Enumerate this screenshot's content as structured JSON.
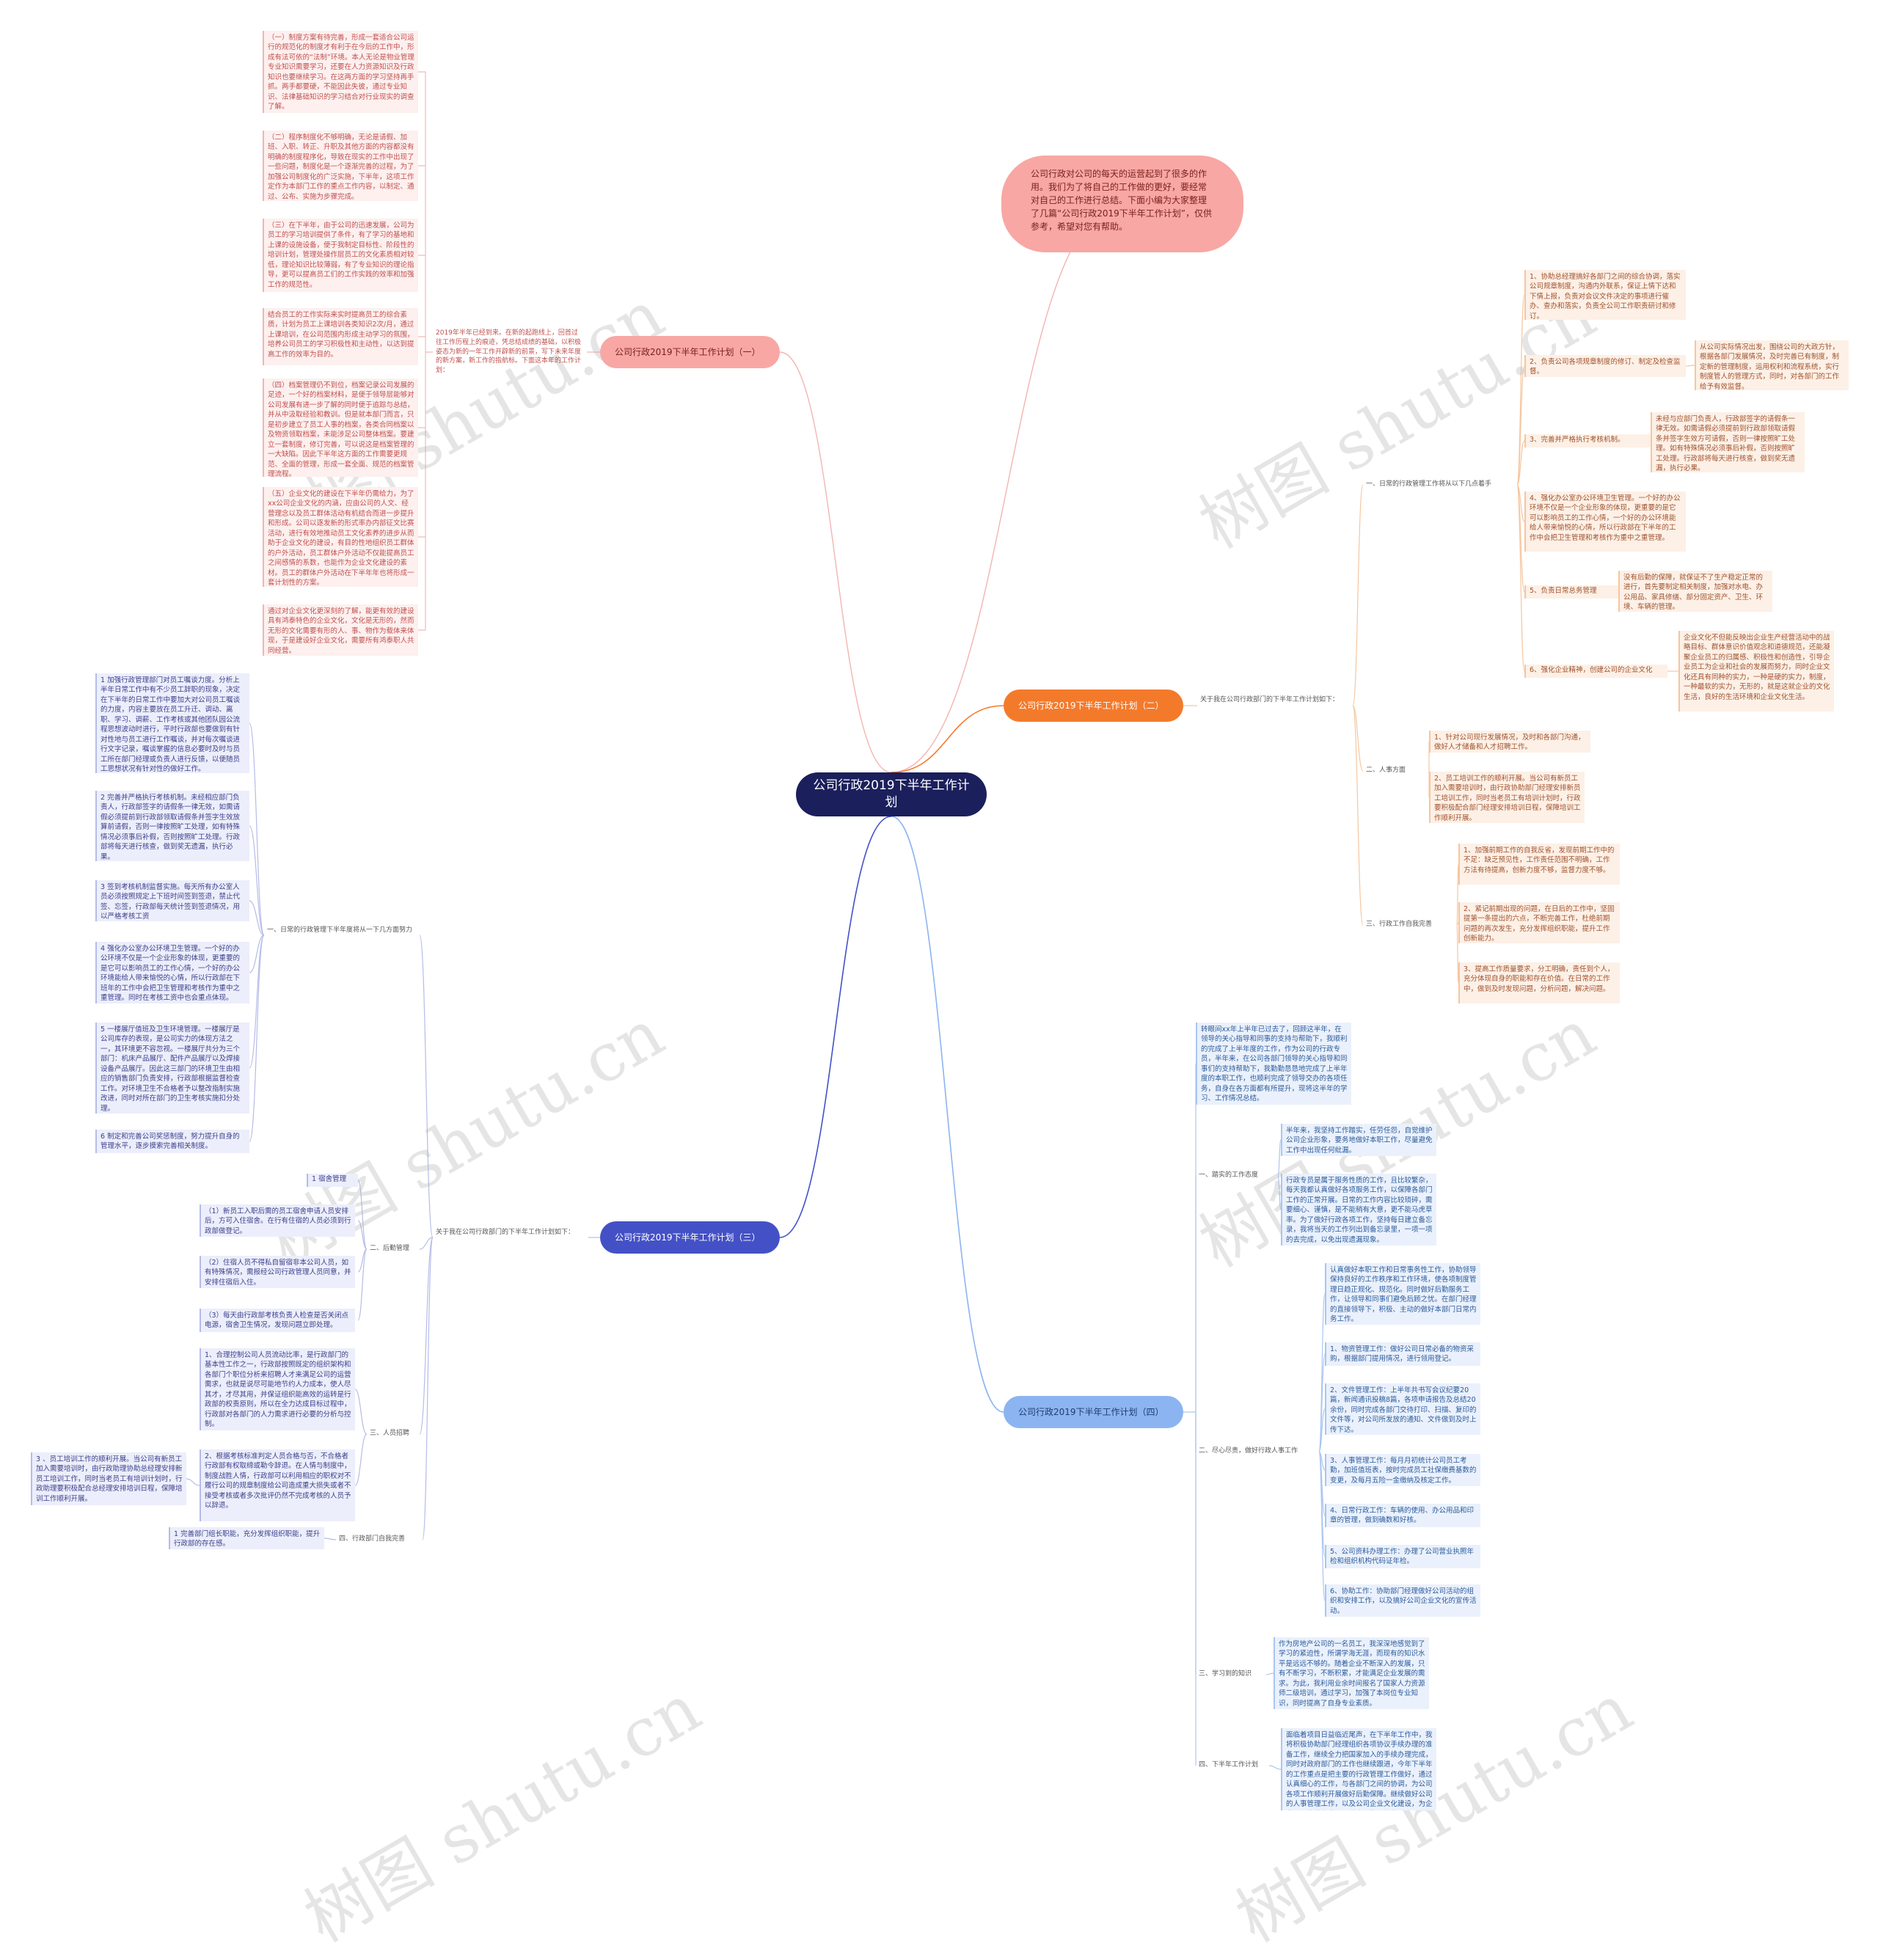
{
  "root": "公司行政2019下半年工作计划",
  "intro": "公司行政对公司的每天的运营起到了很多的作用。我们为了将自己的工作做的更好，要经常对自己的工作进行总结。下面小编为大家整理了几篇“公司行政2019下半年工作计划”，仅供参考，希望对您有帮助。",
  "b1": {
    "title": "公司行政2019下半年工作计划（一）",
    "summary": "2019年半年已经到来。在新的起跑线上，回首过往工作历程上的痕迹，凭总结成绩的基础，以积极姿态为新的一年工作开辟新的前景，写下未来年度的新方案，新工作的指航标。下面这本年的工作计划：",
    "items": [
      "（一）制度方案有待完善，形成一套适合公司运行的规范化的制度才有利于在今后的工作中，形成有法可依的“法制”环境。本人无论是物业管理专业知识需要学习，还要在人力资源知识及行政知识也要继续学习。在这两方面的学习坚持再手抓。两手都要硬，不能因此失彼，通过专业知识、法律基础知识的学习结合对行业现实的调查了解。",
      "（二）程序制度化不够明确，无论是请假、加班、入职、转正、升职及其他方面的内容都没有明确的制度程序化，导致在现实的工作中出现了一些问题，制度化是一个逐渐完善的过程，为了加强公司制度化的广泛实施，下半年，这项工作定作为本部门工作的重点工作内容，以制定、通过、公布、实施为步骤完成。",
      "（三）在下半年，由于公司的迅速发展，公司为员工的学习培训提供了条件，有了学习的基地和上课的设施设备，便于我制定目标性、阶段性的培训计划，管理处操作层员工的文化素质相对较低，理论知识比较薄弱，有了专业知识的理论指导，更可以提高员工们的工作实践的效率和加强工作的规范性。",
      "结合员工的工作实际来实时提高员工的综合素质，计划为员工上课培训各类知识2次/月，通过上课培训，在公司范围内形成主动学习的氛围，培养公司员工的学习积极性和主动性，以达到提高工作的效率为目的。",
      "（四）档案管理仍不到位，档案记录公司发展的足迹，一个好的档案材料，是便于领导层能够对公司发展有进一步了解的同时便于追踪与总结，并从中汲取经验和教训。但是就本部门而言，只是初步建立了员工人事的档案，各类合同档案以及物资领取档案，未能涉足公司整体档案。要建立一套制度，修订完善，可以说这是档案管理的一大缺陷。因此下半年这方面的工作需要更规范、全面的管理，形成一套全面、规范的档案管理流程。",
      "（五）企业文化的建设在下半年仍需给力，为了xx公司企业文化的内涵，应由公司的人文、经营理念以及员工群体活动有机结合而进一步提升和形成。公司以逐发新的形式率办内部征文比赛活动，进行有效地推动员工文化素养的进步从而助于企业文化的建设，有目的性地组织员工群体的户外活动，员工群体户外活动不仅能提高员工之间感情的系数，也能作为企业文化建设的素材。员工的群体户外活动在下半年年也将形成一套计划性的方案。",
      "通过对企业文化更深刻的了解，能更有效的建设具有鸿泰特色的企业文化，文化是无形的，然而无形的文化需要有形的人、事、物作为载体来体现，于是建设好企业文化，需要所有鸿泰职人共同经营。"
    ]
  },
  "b2": {
    "title": "公司行政2019下半年工作计划（二）",
    "summary": "关于我在公司行政部门的下半年工作计划如下：",
    "sec1": "一、日常的行政管理工作将从以下几点着手",
    "sec1_items": [
      "1、协助总经理搞好各部门之间的综合协调，落实公司规章制度，沟通内外联系，保证上情下达和下情上报，负责对会议文件决定的事项进行催办、查办和落实，负责全公司工作职责研讨和修订。",
      "2、负责公司各项规章制度的修订、制定及检查监督。",
      "3、完善并严格执行考核机制。",
      "4、强化办公室办公环境卫生管理。一个好的办公环境不仅是一个企业形象的体现，更重要的是它可以影响员工的工作心情，一个好的办公环境能给人带来愉悦的心情，所以行政部在下半年的工作中会把卫生管理和考核作为重中之重管理。",
      "5、负责日常总务管理",
      "6、强化企业精神，创建公司的企业文化"
    ],
    "sec1_details": [
      "从公司实际情况出发，围绕公司的大政方针，根据各部门发展情况，及时完善已有制度，制定新的管理制度，运用权利和流程系统，实行制度管人的管理方式，同时，对各部门的工作给予有效监督。",
      "未经与应部门负责人，行政部签字的请假条一律无效。如需请假必须提前到行政部领取请假条并签字生效方可请假，否则一律按照旷工处理。如有特殊情况必须事后补假，否则按照旷工处理。行政部将每天进行核查，做到奖无遗漏，执行必果。",
      "没有后勤的保障，就保证不了生产稳定正常的进行，首先要制定相关制度，加强对水电、办公用品、家具修缮、部分固定资产、卫生、环境、车辆的管理。",
      "企业文化不但能反映出企业生产经营活动中的战略目标、群体意识价值观念和道德规范，还能凝聚企业员工的归属感、积极性和创造性，引导企业员工为企业和社会的发展而努力，同时企业文化还具有同种的实力，一种是硬的实力，制度，一种最软的实力，无形的，就是这就企业的文化生活，良好的生活环境和企业文化生活。"
    ],
    "sec2": "二、人事方面",
    "sec2_items": [
      "1、针对公司现行发展情况，及时和各部门沟通，做好人才储备和人才招聘工作。",
      "2、员工培训工作的顺利开展。当公司有新员工加入需要培训时，由行政协助部门经理安排新员工培训工作，同时当老员工有培训计划时，行政要积极配合部门经理安排培训日程，保障培训工作顺利开展。"
    ],
    "sec3": "三、行政工作自我完善",
    "sec3_items": [
      "1、加强前期工作的自我反省，发现前期工作中的不足：缺乏预见性，工作责任范围不明确，工作方法有待提高，创新力度不够，监督力度不够。",
      "2、紧记前期出现的问题，在日后的工作中，坚固提第一条提出的六点，不断完善工作，杜绝前期问题的再次发生，充分发挥组织职能，提升工作创新能力。",
      "3、提高工作质量要求，分工明确，责任到个人，充分体现自身的职能和存在价值。在日常的工作中，做到及时发现问题，分析问题，解决问题。"
    ]
  },
  "b3": {
    "title": "公司行政2019下半年工作计划（三）",
    "summary": "关于我在公司行政部门的下半年工作计划如下：",
    "sec1": "一、日常的行政管理下半年度将从一下几方面努力",
    "sec1_items": [
      "1 加强行政管理部门对员工嘱谈力度。分析上半年日常工作中有不少员工辞职的现象，决定在下半年的日常工作中要加大对公司员工嘱谈的力度，内容主要放在员工升迁、调动、离职、学习、调薪、工作考核或其他团队园公流程思想波动时进行，平时行政部也要做到有针对性地与员工进行工作嘱谈，并对每次嘱谈进行文字记录，嘱谈掌握的信息必要时及时与员工所在部门经理或负责人进行反馈，以便随员工思想状况有针对性的做好工作。",
      "2 完善并严格执行考核机制。未经相应部门负责人，行政部签字的请假条一律无效，如需请假必须提前到行政部领取请假条并签字生效放算前请假，否则一律按照旷工处理，如有特殊情况必须事后补假，否则按照旷工处理。行政部将每天进行核查，做到奖无遗漏，执行必果。",
      "3 签到考核机制监督实施。每天所有办公室人员必须按照规定上下班时间签到签退，禁止代签、忘签，行政部每天统计签到签退情况，用以严格考核工资",
      "4 强化办公室办公环境卫生管理。一个好的办公环境不仅是一个企业形象的体现，更重要的是它可以影响员工的工作心情，一个好的办公环境能给人带来愉悦的心情，所以行政部在下班年的工作中会把卫生管理和考核作为重中之重管理。同时在考核工资中也会重点体现。",
      "5 一楼展厅值班及卫生环境管理。一楼展厅是公司库存的表现，是公司实力的体现方法之一，其环境更不容忽视。一楼展厅共分为三个部门：机床产品展厅、配件产品展厅以及焊接设备产品展厅。因此这三部门的环境卫生由相应的销售部门负责安排，行政部根据监督检查工作。对环境卫生不合格者予以整改指制实施改进，同时对所在部门的卫生考核实施扣分处理。",
      "6 制定和完善公司奖惩制度，努力提升自身的管理水平，逐步摸索完善相关制度。"
    ],
    "sec2": "二、后勤管理",
    "sec2_items": [
      "1 宿舍管理",
      "（1）新员工入职后需的员工宿舍申请人员安排后，方可入住宿舍。在行有住宿的人员必须到行政部做登记。",
      "（2）住宿人员不得私自留宿非本公司人员，如有特殊情况，需报经公司行政管理人员同意，并安排住宿后入住。",
      "（3）每天由行政部考核负责人检查是否关闭点电源，宿舍卫生情况，发现问题立即处理。"
    ],
    "sec3": "三、人员招聘",
    "sec3_items": [
      "1、合理控制公司人员流动比率，是行政部门的基本性工作之一，行政部按照既定的组织架构和各部门个职位分析来招聘人才来满足公司的运营需求，也就是说尽可能地节约人力成本，使人尽其才，才尽其用，并保证组织能高效的运转是行政部的权责原则，所以在全力达成目标过程中，行政部对各部门的人力需求进行必要的分析与控制。",
      "2、根据考核标准判定人员合格与否，不合格者行政部有权取缔或勒令辞退。在人情与制度中，制度战胜人情，行政部可以利用相应的职权对不履行公司的规章制度给公司造成重大损失或者不接受考核或者多次批评仍然不完成考核的人员予以辞退。",
      "3 、员工培训工作的顺利开展。当公司有新员工加入需要培训时，由行政助理协助总经理安排新员工培训工作，同时当老员工有培训计划时，行政助理要积极配合总经理安排培训日程，保障培训工作顺利开展。"
    ],
    "sec4": "四、行政部门自我完善",
    "sec4_items": [
      "1 完善部门组长职能，充分发挥组织职能，提升行政部的存在感。"
    ]
  },
  "b4": {
    "title": "公司行政2019下半年工作计划（四）",
    "intro": "转眼间xx年上半年已过去了，回顾这半年，在领导的关心指导和同事的支持与帮助下，我顺利的完成了上半年度的工作，作为公司的行政专员，半年来，在公司各部门领导的关心指导和同事们的支持帮助下，我勤勤恳恳地完成了上半年度的本职工作，也顺利完成了领导交办的各项任务，自身在各方面都有所提升，现将这半年的学习、工作情况总结。",
    "sec1": "一、踏实的工作态度",
    "sec1_items": [
      "半年来，我坚持工作踏实，任劳任怨，自觉维护公司企业形象，要务地做好本职工作，尽量避免工作中出现任何纰漏。",
      "行政专员是属于服务性质的工作，且比较繁杂，每天我都认真做好各项服务工作，以保障各部门工作的正常开展。日常的工作内容比较琐碎，需要细心、谨慎，是不能稍有大意，更不能马虎草率。为了做好行政各项工作，坚持每日建立备忘录，我将当天的工作列出到备忘录里，一项一项的去完成，以免出现遗漏现象。"
    ],
    "sec2": "二、尽心尽责，做好行政人事工作",
    "sec2_items": [
      "认真做好本职工作和日常事务性工作，协助领导保持良好的工作秩序和工作环境，使各项制度管理日趋正规化、规范化。同时做好后勤服务工作，让领导和同事们避免后顾之忧。在部门经理的直接领导下，积极、主动的做好本部门日常内务工作。",
      "1、物资管理工作：做好公司日常必备的物资采购，根据部门提用情况，进行领用登记。",
      "2、文件管理工作：上半年共书写会议纪要20篇，新闻通讯投稿8篇，各项申请报告及总结20余份，同时完成各部门交待打印、扫描、复印的文件等，对公司所发放的通知、文件做到及时上传下达。",
      "3、人事管理工作：每月月初统计公司员工考勤，加班值班表，按时完成员工社保缴费基数的变更，及每月五险一金缴纳及核定工作。",
      "4、日常行政工作：车辆的使用、办公用品和印章的管理，做到确数和好核。",
      "5、公司资料办理工作：办理了公司营业执照年检和组织机构代码证年检。",
      "6、协助工作：协助部门经理做好公司活动的组织和安排工作，以及搞好公司企业文化的宣传活动。"
    ],
    "sec3": "三、学习到的知识",
    "sec3_items": [
      "作为房地产公司的一名员工，我深深地感觉到了学习的紧迫性，所谓学海无涯，而现有的知识水平是远远不够的。随着企业不断深入的发展，只有不断学习，不断积累，才能满足企业发展的需求。为此，我利用业余时间报名了国家人力资源师二级培训，通过学习，加强了本岗位专业知识，同时提高了自身专业素质。"
    ],
    "sec4": "四、下半年工作计划",
    "sec4_items": [
      "面临着项目日益临近尾声，在下半年工作中，我将积极协助部门经理组织各项协议手续办理的准备工作，继续全力把国家加入的手续办理完成，同时对政府部门的工作也继续跟进，今年下半年的工作重点是把主要的行政管理工作做好，通过认真细心的工作，与各部门之间的协调，为公司各项工作顺利开展做好后勤保障。继续做好公司的人事管理工作，以及公司企业文化建设，为企业明天的壮大发展贡献自己的一份力量。"
    ]
  },
  "watermark": "树图 shutu.cn"
}
